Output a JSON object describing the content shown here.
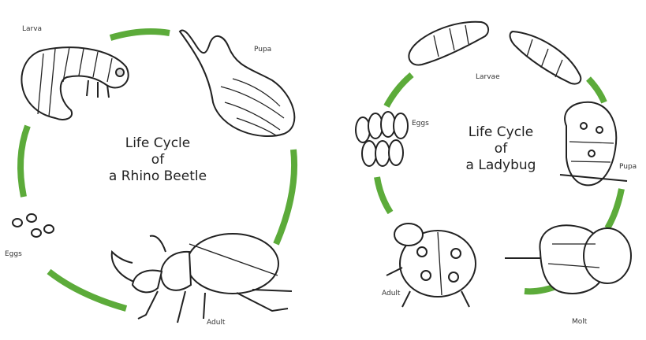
{
  "colors": {
    "cycle_arrow": "#5cab3a",
    "ink": "#222222",
    "background": "#ffffff"
  },
  "rhino": {
    "title_lines": [
      "Life Cycle",
      "of",
      "a Rhino Beetle"
    ],
    "stages": {
      "larva": "Larva",
      "pupa": "Pupa",
      "adult": "Adult",
      "eggs": "Eggs"
    }
  },
  "ladybug": {
    "title_lines": [
      "Life Cycle",
      "of",
      "a Ladybug"
    ],
    "stages": {
      "larvae": "Larvae",
      "eggs": "Eggs",
      "pupa": "Pupa",
      "molt": "Molt",
      "adult": "Adult"
    }
  }
}
